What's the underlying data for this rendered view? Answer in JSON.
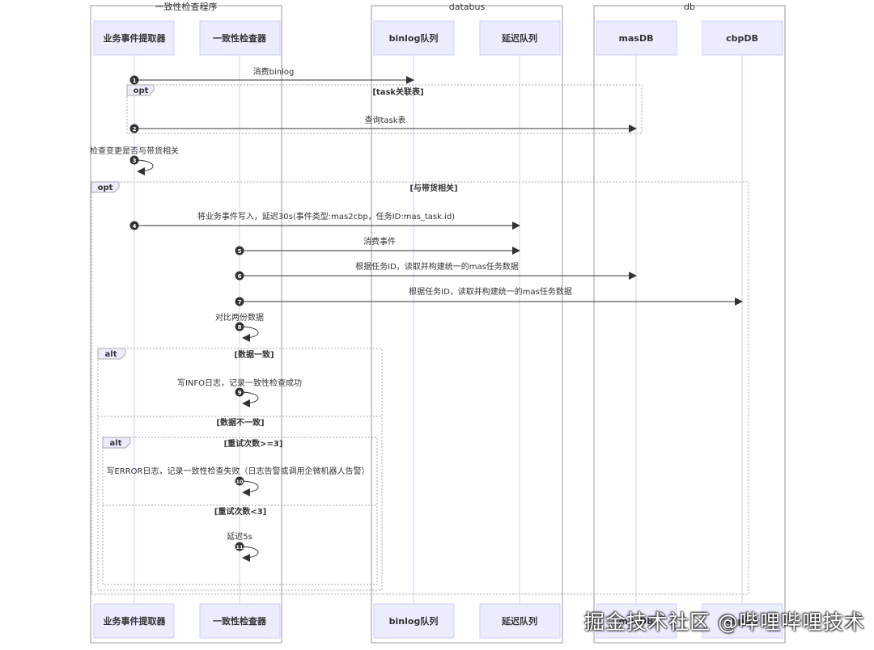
{
  "groups": [
    {
      "label": "一致性检查程序"
    },
    {
      "label": "databus"
    },
    {
      "label": "db"
    }
  ],
  "participants": [
    {
      "label": "业务事件提取器"
    },
    {
      "label": "一致性检查器"
    },
    {
      "label": "binlog队列"
    },
    {
      "label": "延迟队列"
    },
    {
      "label": "masDB"
    },
    {
      "label": "cbpDB"
    }
  ],
  "messages": [
    {
      "num": "1",
      "text": "消费binlog"
    },
    {
      "num": "2",
      "text": "查询task表"
    },
    {
      "num": "3",
      "text": "检查变更是否与带货相关"
    },
    {
      "num": "4",
      "text": "将业务事件写入，延迟30s(事件类型:mas2cbp，任务ID:mas_task.id)"
    },
    {
      "num": "5",
      "text": "消费事件"
    },
    {
      "num": "6",
      "text": "根据任务ID，读取并构建统一的mas任务数据"
    },
    {
      "num": "7",
      "text": "根据任务ID，读取并构建统一的mas任务数据"
    },
    {
      "num": "8",
      "text": "对比两份数据"
    },
    {
      "num": "9",
      "text": "写INFO日志，记录一致性检查成功"
    },
    {
      "num": "10",
      "text": "写ERROR日志，记录一致性检查失败（日志告警或调用企微机器人告警）"
    },
    {
      "num": "11",
      "text": "延迟5s"
    }
  ],
  "fragments": [
    {
      "keyword": "opt",
      "condition": "[task关联表]"
    },
    {
      "keyword": "opt",
      "condition": "[与带货相关]"
    },
    {
      "keyword": "alt",
      "condition": "[数据一致]",
      "else_condition": "[数据不一致]"
    },
    {
      "keyword": "alt",
      "condition": "[重试次数>=3]",
      "else_condition": "[重试次数<3]"
    }
  ],
  "watermark": "掘金技术社区 @哔哩哔哩技术",
  "colors": {
    "actor_fill": "#ECECFF",
    "actor_border": "#CCCCFF",
    "lifeline": "#CCCCFF",
    "arrow": "#333333",
    "fragment_border": "#AAAAAA"
  }
}
